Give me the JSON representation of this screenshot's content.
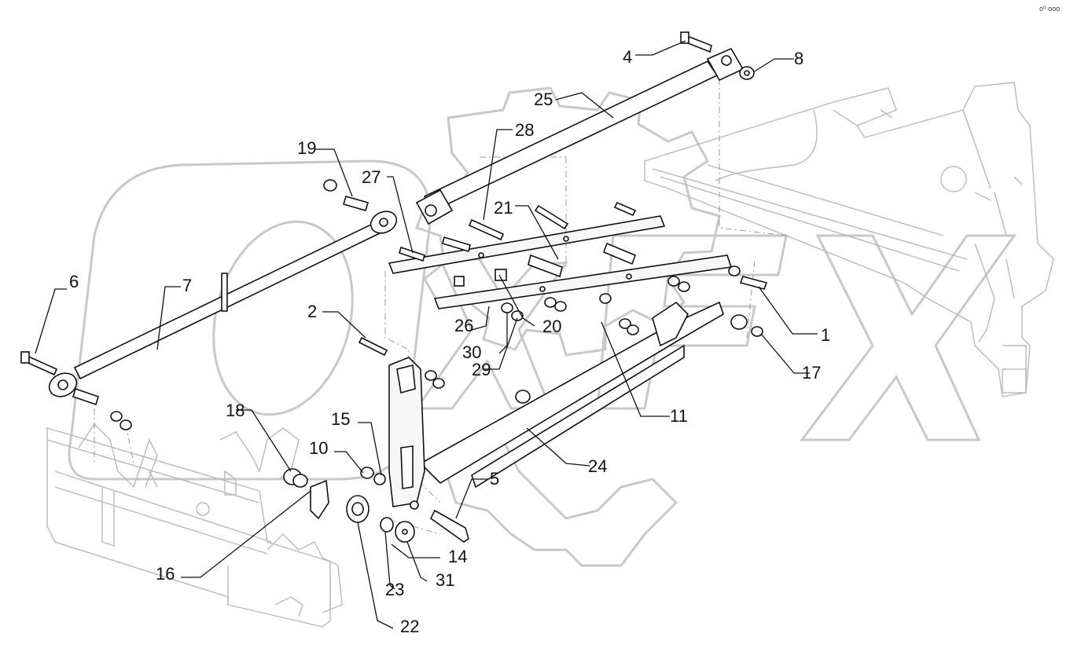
{
  "corner_mark": "o⁰ ooo",
  "callouts": [
    {
      "id": "c1",
      "text": "1"
    },
    {
      "id": "c2",
      "text": "2"
    },
    {
      "id": "c4",
      "text": "4"
    },
    {
      "id": "c5",
      "text": "5"
    },
    {
      "id": "c6",
      "text": "6"
    },
    {
      "id": "c7",
      "text": "7"
    },
    {
      "id": "c8",
      "text": "8"
    },
    {
      "id": "c10",
      "text": "10"
    },
    {
      "id": "c11",
      "text": "11"
    },
    {
      "id": "c14",
      "text": "14"
    },
    {
      "id": "c15",
      "text": "15"
    },
    {
      "id": "c16",
      "text": "16"
    },
    {
      "id": "c17",
      "text": "17"
    },
    {
      "id": "c18",
      "text": "18"
    },
    {
      "id": "c19",
      "text": "19"
    },
    {
      "id": "c20",
      "text": "20"
    },
    {
      "id": "c21",
      "text": "21"
    },
    {
      "id": "c22",
      "text": "22"
    },
    {
      "id": "c23",
      "text": "23"
    },
    {
      "id": "c24",
      "text": "24"
    },
    {
      "id": "c25",
      "text": "25"
    },
    {
      "id": "c26",
      "text": "26"
    },
    {
      "id": "c27",
      "text": "27"
    },
    {
      "id": "c28",
      "text": "28"
    },
    {
      "id": "c29",
      "text": "29"
    },
    {
      "id": "c30",
      "text": "30"
    },
    {
      "id": "c31",
      "text": "31"
    }
  ],
  "colors": {
    "line": "#111111",
    "frame": "#b9b9b9",
    "watermark": "#c8c8c8",
    "background": "#ffffff"
  }
}
